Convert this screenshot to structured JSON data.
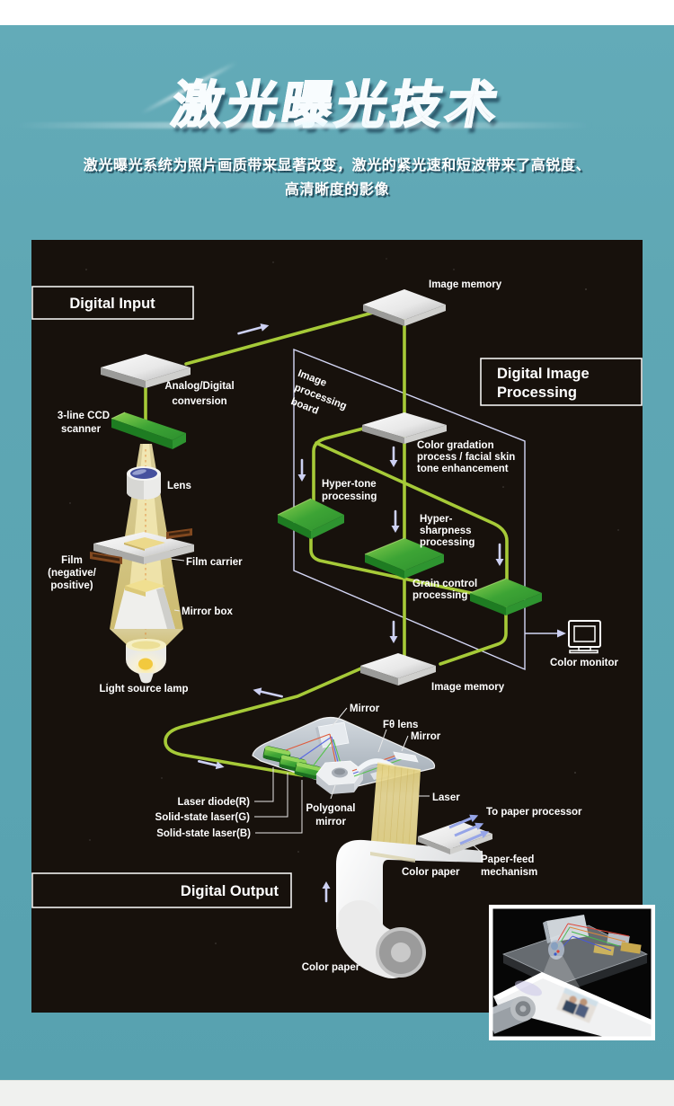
{
  "header": {
    "title": "激光曝光技术",
    "subtitle_line1": "激光曝光系统为照片画质带来显著改变，激光的紧光速和短波带来了高锐度、",
    "subtitle_line2": "高清晰度的影像"
  },
  "colors": {
    "background_teal": "#5fa7b4",
    "diagram_black": "#17110c",
    "wire_green": "#a6ca38",
    "platform_green": "#3fa437",
    "line_lavender": "#c9cdf0",
    "beam_yellow": "#ecdc96",
    "text_white": "#ffffff"
  },
  "diagram": {
    "section_boxes": {
      "digital_input": "Digital Input",
      "digital_image_processing": [
        "Digital Image",
        "Processing"
      ],
      "digital_output": "Digital Output"
    },
    "labels": {
      "image_memory_top": "Image memory",
      "analog_digital": [
        "Analog/Digital",
        "conversion"
      ],
      "ccd_scanner": [
        "3-line CCD",
        "scanner"
      ],
      "lens": "Lens",
      "film": [
        "Film",
        "(negative/",
        "positive)"
      ],
      "film_carrier": "Film carrier",
      "mirror_box": "Mirror box",
      "light_source_lamp": "Light source lamp",
      "processing_board": [
        "Image",
        "processing",
        "board"
      ],
      "color_gradation": [
        "Color gradation",
        "process / facial skin",
        "tone enhancement"
      ],
      "hyper_tone": [
        "Hyper-tone",
        "processing"
      ],
      "hyper_sharpness": [
        "Hyper-",
        "sharpness",
        "processing"
      ],
      "grain_control": [
        "Grain control",
        "processing"
      ],
      "color_monitor": "Color monitor",
      "image_memory_bottom": "Image memory",
      "mirror_top": "Mirror",
      "f_theta_lens": "Fθ lens",
      "mirror_right": "Mirror",
      "laser_diode_r": "Laser diode(R)",
      "solid_state_laser_g": "Solid-state laser(G)",
      "solid_state_laser_b": "Solid-state laser(B)",
      "polygonal_mirror": [
        "Polygonal",
        "mirror"
      ],
      "laser": "Laser",
      "to_paper_processor": "To paper processor",
      "paper_feed": [
        "Paper-feed",
        "mechanism"
      ],
      "color_paper_mid": "Color paper",
      "color_paper_bottom": "Color paper"
    }
  }
}
